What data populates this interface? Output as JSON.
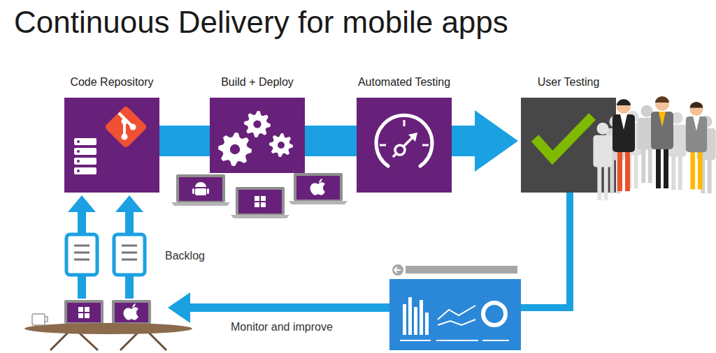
{
  "diagram": {
    "title": "Continuous Delivery for mobile apps",
    "nodes": [
      {
        "text": [
          "Code Repository"
        ]
      },
      {
        "text": [
          "Build + Deploy"
        ]
      },
      {
        "text": [
          "Automated Testing"
        ]
      },
      {
        "text": [
          "User Testing"
        ]
      }
    ],
    "edges": [
      {
        "from": 0,
        "to": 1,
        "arrow": "none"
      },
      {
        "from": 1,
        "to": 2,
        "arrow": "none"
      },
      {
        "from": 2,
        "to": 3,
        "arrow": "to"
      }
    ],
    "labels": [
      "Backlog",
      "Monitor and improve"
    ]
  }
}
